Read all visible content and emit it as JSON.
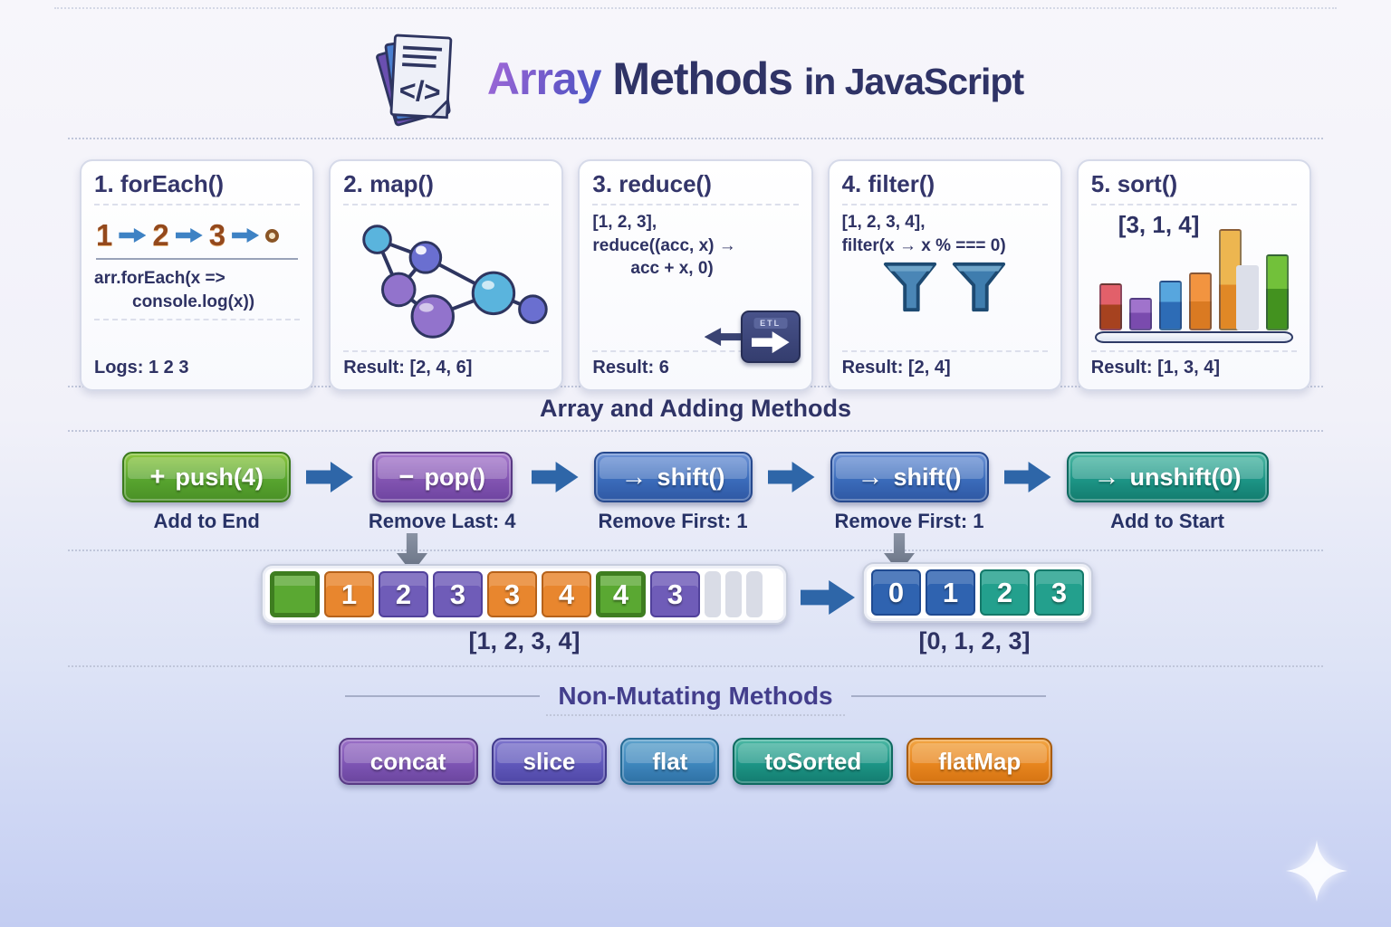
{
  "header": {
    "logo_code_glyph": "</>",
    "title_accent": "Array",
    "title_main": "Methods",
    "title_suffix": "in JavaScript"
  },
  "cards": [
    {
      "title": "1. forEach()",
      "seq_items": [
        "1",
        "2",
        "3"
      ],
      "code_line1": "arr.forEach(x =>",
      "code_line2": "console.log(x))",
      "result": "Logs: 1 2 3"
    },
    {
      "title": "2. map()",
      "result": "Result: [2, 4, 6]"
    },
    {
      "title": "3. reduce()",
      "code_line1": "[1, 2, 3],",
      "code_line2": "reduce((acc, x) →",
      "code_line3": "acc + x, 0)",
      "etl_icon_label": "ETL",
      "result": "Result: 6"
    },
    {
      "title": "4. filter()",
      "code_line1": "[1, 2, 3, 4],",
      "code_line2": "filter(x → x % === 0)",
      "result": "Result: [2, 4]"
    },
    {
      "title": "5. sort()",
      "input_label": "[3, 1, 4]",
      "result": "Result: [1, 3, 4]"
    }
  ],
  "mutating": {
    "heading": "Array and Adding Methods",
    "buttons": [
      {
        "label": "push(4)",
        "icon": "plus",
        "glyph": "+",
        "sublabel": "Add to End",
        "color": "#57a42f"
      },
      {
        "label": "pop()",
        "icon": "minus",
        "glyph": "−",
        "sublabel": "Remove Last: 4",
        "color": "#8355b2"
      },
      {
        "label": "shift()",
        "icon": "arrow-right",
        "glyph": "→",
        "sublabel": "Remove First: 1",
        "color": "#3b6cbb"
      },
      {
        "label": "shift()",
        "icon": "arrow-right",
        "glyph": "→",
        "sublabel": "Remove First: 1",
        "color": "#3b6cbb"
      },
      {
        "label": "unshift(0)",
        "icon": "arrow-right",
        "glyph": "→",
        "sublabel": "Add to Start",
        "color": "#1d9586"
      }
    ],
    "array_before": {
      "cells": [
        {
          "value": "",
          "color": "green"
        },
        {
          "value": "1",
          "color": "orange"
        },
        {
          "value": "2",
          "color": "purple"
        },
        {
          "value": "3",
          "color": "purple"
        },
        {
          "value": "3",
          "color": "orange"
        },
        {
          "value": "4",
          "color": "orange"
        },
        {
          "value": "4",
          "color": "green"
        },
        {
          "value": "3",
          "color": "purple"
        }
      ],
      "label": "[1, 2, 3, 4]"
    },
    "array_after": {
      "cells": [
        {
          "value": "0",
          "color": "blue"
        },
        {
          "value": "1",
          "color": "blue"
        },
        {
          "value": "2",
          "color": "teal"
        },
        {
          "value": "3",
          "color": "teal"
        }
      ],
      "label": "[0, 1, 2, 3]"
    }
  },
  "non_mutating": {
    "heading": "Non-Mutating Methods",
    "buttons": [
      {
        "label": "concat",
        "color": "#7e55b4"
      },
      {
        "label": "slice",
        "color": "#6058bb"
      },
      {
        "label": "flat",
        "color": "#3f87bd"
      },
      {
        "label": "toSorted",
        "color": "#1d9586"
      },
      {
        "label": "flatMap",
        "color": "#e8861f"
      }
    ]
  },
  "colors": {
    "background_top": "#f7f6fb",
    "background_bottom": "#c3cdf2",
    "navy_text": "#2f3366",
    "accent_purple": "#7b5fc4",
    "flow_arrow_blue": "#2e66a8",
    "down_arrow_gray": "#6e7689"
  }
}
